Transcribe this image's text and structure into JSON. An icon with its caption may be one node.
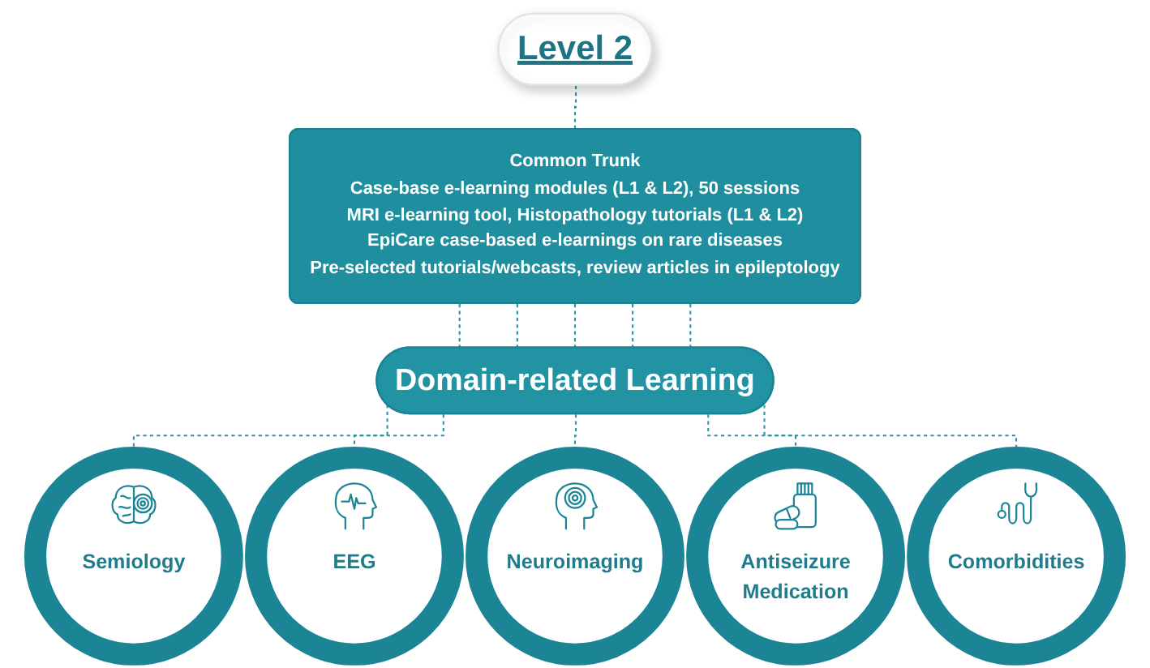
{
  "diagram": {
    "nodes": [
      {
        "text": [
          "Level 2"
        ]
      },
      {
        "text": [
          "Common Trunk",
          "Case-base e-learning modules (L1 & L2), 50 sessions",
          "MRI e-learning tool, Histopathology tutorials (L1 & L2)",
          "EpiCare case-based e-learnings on rare diseases",
          "Pre-selected tutorials/webcasts, review articles in epileptology"
        ]
      },
      {
        "text": [
          "Domain-related Learning"
        ]
      },
      {
        "text": [
          "Semiology"
        ]
      },
      {
        "text": [
          "EEG"
        ]
      },
      {
        "text": [
          "Neuroimaging"
        ]
      },
      {
        "text": [
          "Antiseizure Medication"
        ]
      },
      {
        "text": [
          "Comorbidities"
        ]
      }
    ],
    "edges": [
      {
        "from": 0,
        "to": 1,
        "arrow": "none",
        "style": "dashed"
      },
      {
        "from": 1,
        "to": 2,
        "arrow": "none",
        "style": "dashed"
      },
      {
        "from": 1,
        "to": 2,
        "arrow": "none",
        "style": "dashed"
      },
      {
        "from": 1,
        "to": 2,
        "arrow": "none",
        "style": "dashed"
      },
      {
        "from": 1,
        "to": 2,
        "arrow": "none",
        "style": "dashed"
      },
      {
        "from": 1,
        "to": 2,
        "arrow": "none",
        "style": "dashed"
      },
      {
        "from": 2,
        "to": 3,
        "arrow": "none",
        "style": "dashed"
      },
      {
        "from": 2,
        "to": 4,
        "arrow": "none",
        "style": "dashed"
      },
      {
        "from": 2,
        "to": 5,
        "arrow": "none",
        "style": "dashed"
      },
      {
        "from": 2,
        "to": 6,
        "arrow": "none",
        "style": "dashed"
      },
      {
        "from": 2,
        "to": 7,
        "arrow": "none",
        "style": "dashed"
      }
    ]
  }
}
